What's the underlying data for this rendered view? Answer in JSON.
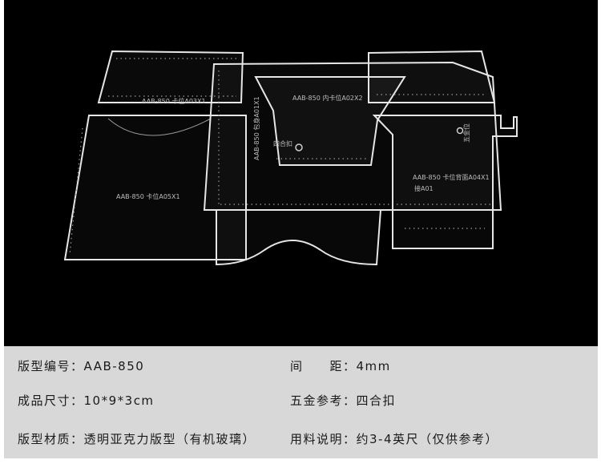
{
  "photo": {
    "plate_labels": {
      "a05": "AAB-850  卡位A05X1",
      "a03": "AAB-850  卡位A03X1",
      "a02": "AAB-850  内卡位A02X2",
      "a01": "AAB-850  包身A01X1",
      "a04": "AAB-850  卡位背面A04X1",
      "a01b": "接A01",
      "fit": "五金位",
      "hole": "四合扣"
    }
  },
  "specs": {
    "model_label": "版型编号：",
    "model_value": "AAB-850",
    "spacing_label": "间　　距：",
    "spacing_value": "4mm",
    "size_label": "成品尺寸：",
    "size_value": "10*9*3cm",
    "hardware_label": "五金参考：",
    "hardware_value": "四合扣",
    "material_label": "版型材质：",
    "material_value": "透明亚克力版型（有机玻璃）",
    "usage_label": "用料说明：",
    "usage_value": "约3-4英尺（仅供参考）"
  }
}
